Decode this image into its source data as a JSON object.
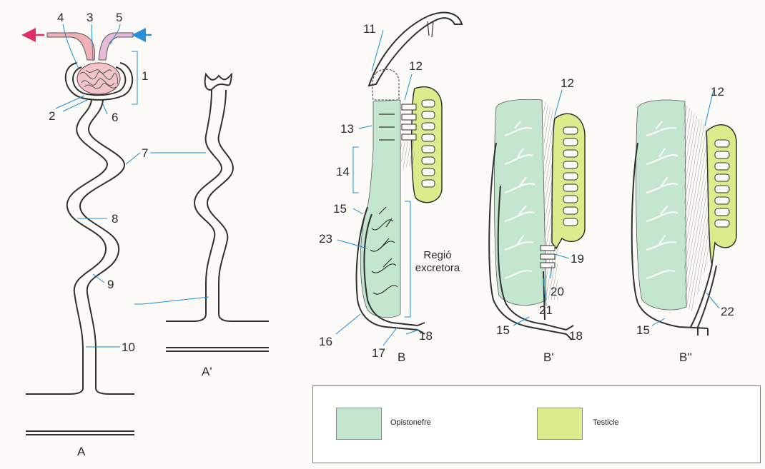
{
  "colors": {
    "opistonefre": "#c4e6cf",
    "testicle": "#dcec8c",
    "leader": "#1a8fd6",
    "arrow_out": "#e0306b",
    "arrow_in": "#2a8fd6",
    "glomerulus": "#e8a5ae"
  },
  "panels": {
    "A": "A",
    "A_prime": "A'",
    "B": "B",
    "B_prime": "B'",
    "B_double": "B''"
  },
  "numbers": {
    "n1": "1",
    "n2": "2",
    "n3": "3",
    "n4": "4",
    "n5": "5",
    "n6": "6",
    "n7": "7",
    "n8": "8",
    "n9": "9",
    "n10": "10",
    "n11": "11",
    "n12": "12",
    "n13": "13",
    "n14": "14",
    "n15": "15",
    "n16": "16",
    "n17": "17",
    "n18": "18",
    "n19": "19",
    "n20": "20",
    "n21": "21",
    "n22": "22",
    "n23": "23"
  },
  "region_label": {
    "line1": "Regió",
    "line2": "excretora"
  },
  "legend": [
    {
      "label": "Opistonefre",
      "color": "#c4e6cf"
    },
    {
      "label": "Testicle",
      "color": "#dcec8c"
    }
  ]
}
